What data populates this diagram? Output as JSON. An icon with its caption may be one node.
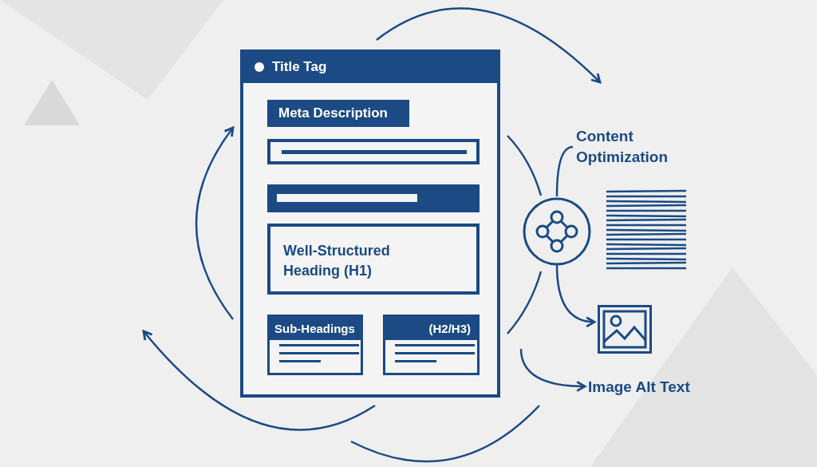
{
  "diagram": {
    "nodes": [
      {
        "text": [
          "Title Tag"
        ]
      },
      {
        "text": [
          "Meta Description"
        ],
        "in": 0
      },
      {
        "text": [],
        "shape": "box",
        "in": 0
      },
      {
        "text": [],
        "shape": "bar",
        "in": 0
      },
      {
        "text": [
          "Well-Structured Heading (H1)"
        ],
        "in": 0
      },
      {
        "text": [
          "Sub-Headings"
        ],
        "in": 0
      },
      {
        "text": [
          "(H2/H3)"
        ],
        "in": 0
      },
      {
        "text": [
          "Content Optimization"
        ]
      },
      {
        "text": [],
        "shape": "circle"
      },
      {
        "text": [],
        "shape": "picture"
      },
      {
        "text": [
          "Image Alt Text"
        ]
      }
    ],
    "edges": [
      {
        "from": 8,
        "to": 7,
        "arrow": "none"
      },
      {
        "from": 8,
        "to": 9,
        "arrow": "to"
      },
      {
        "from": null,
        "to": 10,
        "arrow": "to"
      }
    ]
  }
}
